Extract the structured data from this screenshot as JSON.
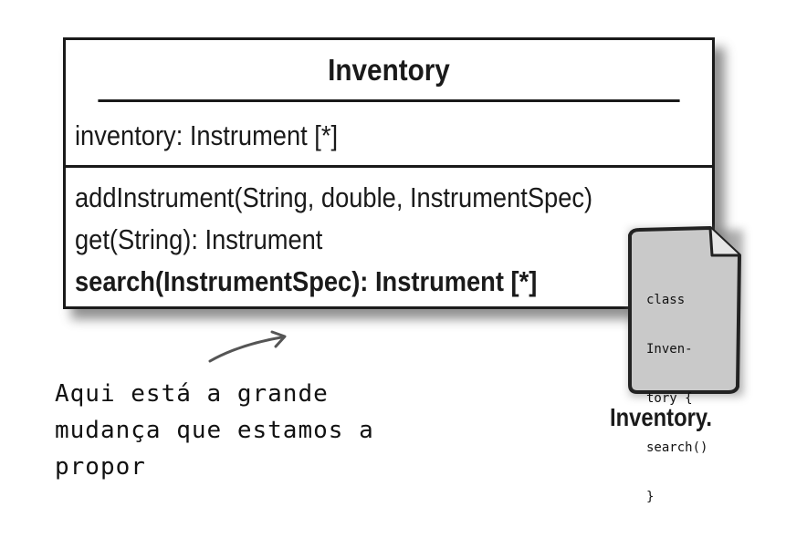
{
  "uml_class": {
    "name": "Inventory",
    "attributes": [
      "inventory: Instrument [*]"
    ],
    "operations": [
      "addInstrument(String, double, InstrumentSpec)",
      "get(String): Instrument",
      "search(InstrumentSpec): Instrument [*]"
    ]
  },
  "file_icon": {
    "code_lines": [
      "class",
      "Inven-",
      "tory {",
      "search()",
      "}"
    ],
    "caption": "Inventory."
  },
  "annotation": {
    "lines": [
      "Aqui está a grande",
      "mudança que estamos a",
      "propor"
    ]
  },
  "colors": {
    "ink": "#1a1a1a",
    "paper": "#c9c9c9"
  }
}
